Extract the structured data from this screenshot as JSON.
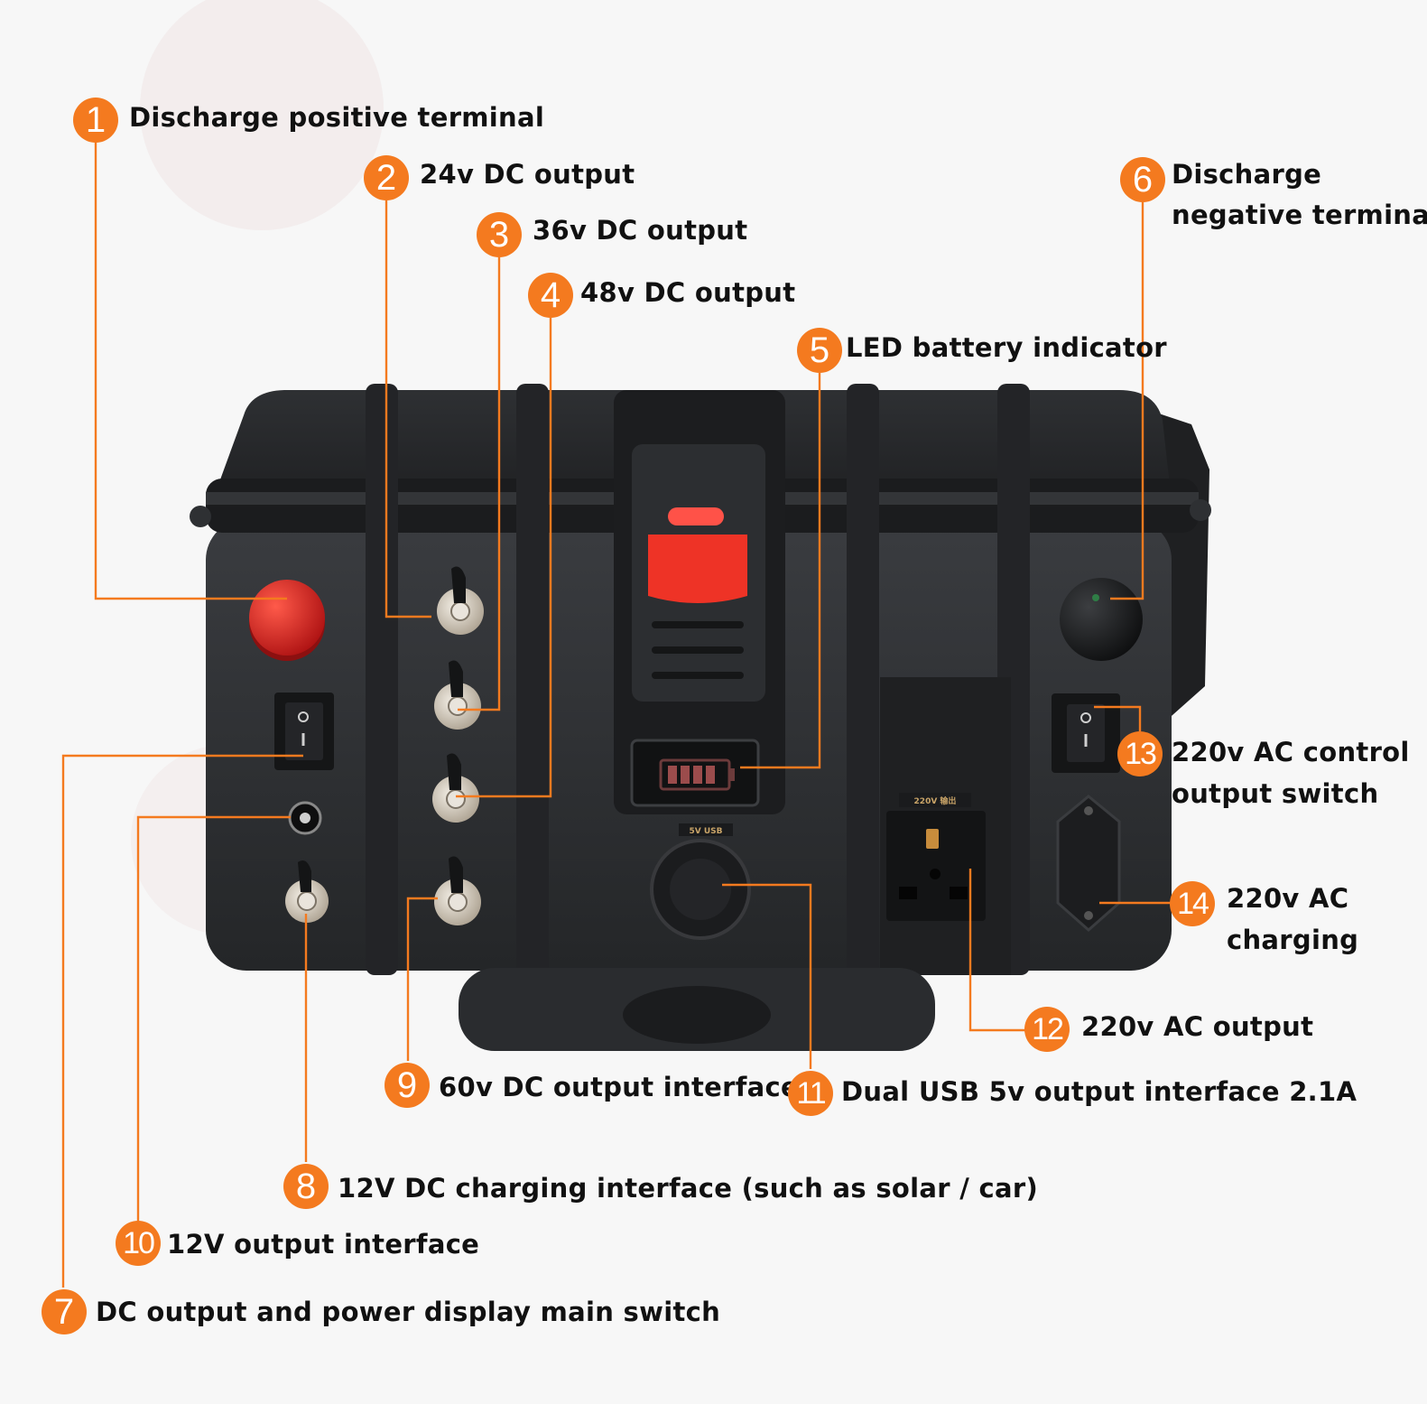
{
  "callouts": [
    {
      "num": "1",
      "text": "Discharge positive terminal"
    },
    {
      "num": "2",
      "text": "24v DC output"
    },
    {
      "num": "3",
      "text": "36v DC output"
    },
    {
      "num": "4",
      "text": "48v DC output"
    },
    {
      "num": "5",
      "text": "LED battery indicator"
    },
    {
      "num": "6",
      "text": [
        "Discharge",
        "negative terminal"
      ]
    },
    {
      "num": "7",
      "text": "DC output and power display main switch"
    },
    {
      "num": "8",
      "text": "12V DC charging interface (such as solar / car)"
    },
    {
      "num": "9",
      "text": "60v DC output interface"
    },
    {
      "num": "10",
      "text": "12V output interface"
    },
    {
      "num": "11",
      "text": "Dual USB 5v output interface 2.1A"
    },
    {
      "num": "12",
      "text": "220v AC output"
    },
    {
      "num": "13",
      "text": [
        "220v AC control",
        "output switch"
      ]
    },
    {
      "num": "14",
      "text": [
        "220v AC",
        "charging"
      ]
    }
  ],
  "device_labels": {
    "usb_label": "5V USB",
    "ac_out_label": "220V 输出",
    "switch_on": "I",
    "switch_off": "O"
  },
  "colors": {
    "accent": "#f47a1f",
    "case": "#2b2d30",
    "terminal_red": "#d42323",
    "background": "#f7f7f7"
  }
}
